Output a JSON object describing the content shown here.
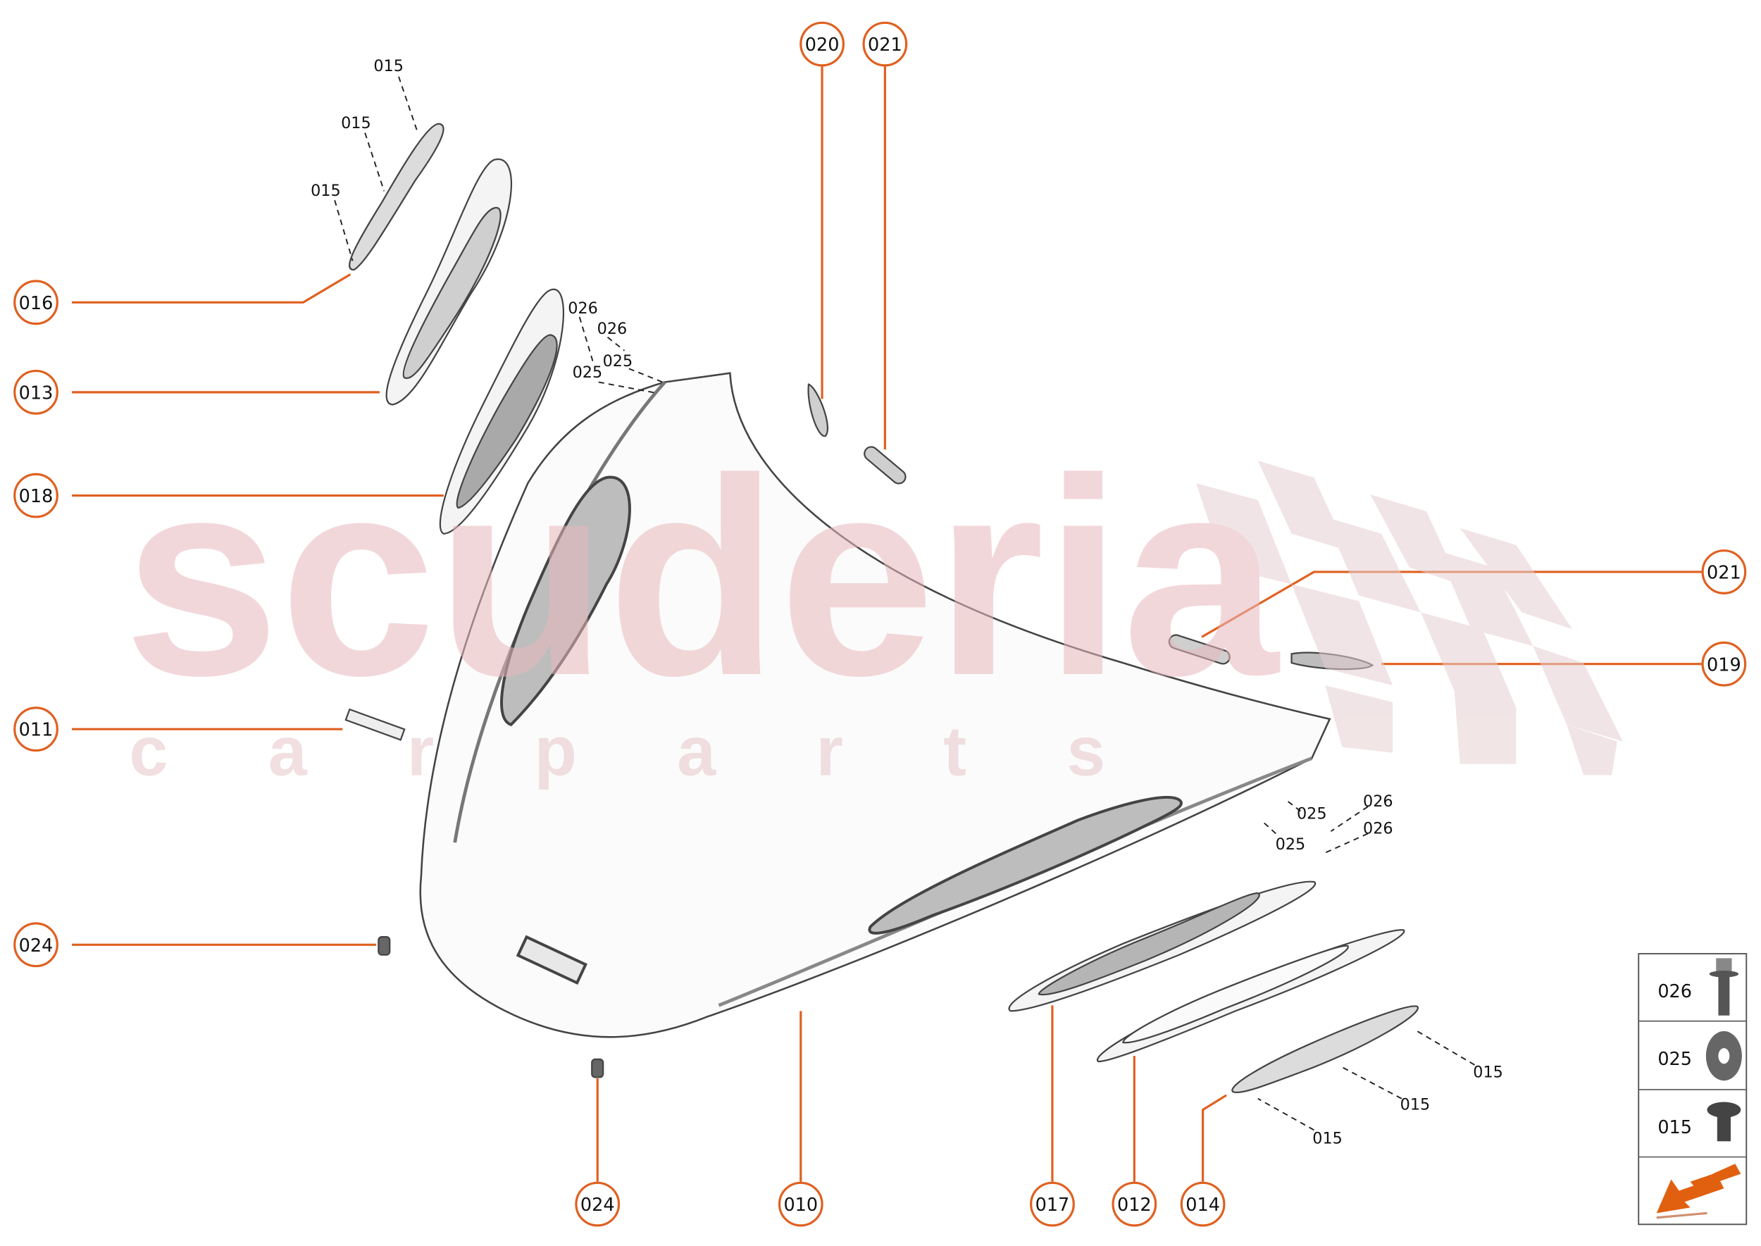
{
  "watermark": {
    "brand": "scuderia",
    "sub": "c a r p a r t s"
  },
  "colors": {
    "accent": "#e06020",
    "outline": "#444444",
    "watermark": "#e8b4b8"
  },
  "callouts": [
    "016",
    "013",
    "018",
    "011",
    "024",
    "020",
    "021",
    "021",
    "019",
    "024",
    "010",
    "017",
    "012",
    "014"
  ],
  "fastener_labels": [
    "015",
    "015",
    "015",
    "026",
    "026",
    "025",
    "025",
    "025",
    "025",
    "026",
    "026",
    "015",
    "015",
    "015"
  ],
  "legend": {
    "items": [
      {
        "code": "026",
        "icon": "flange-bolt-icon"
      },
      {
        "code": "025",
        "icon": "washer-icon"
      },
      {
        "code": "015",
        "icon": "screw-icon"
      }
    ],
    "direction_icon": "orange-arrow-icon"
  }
}
